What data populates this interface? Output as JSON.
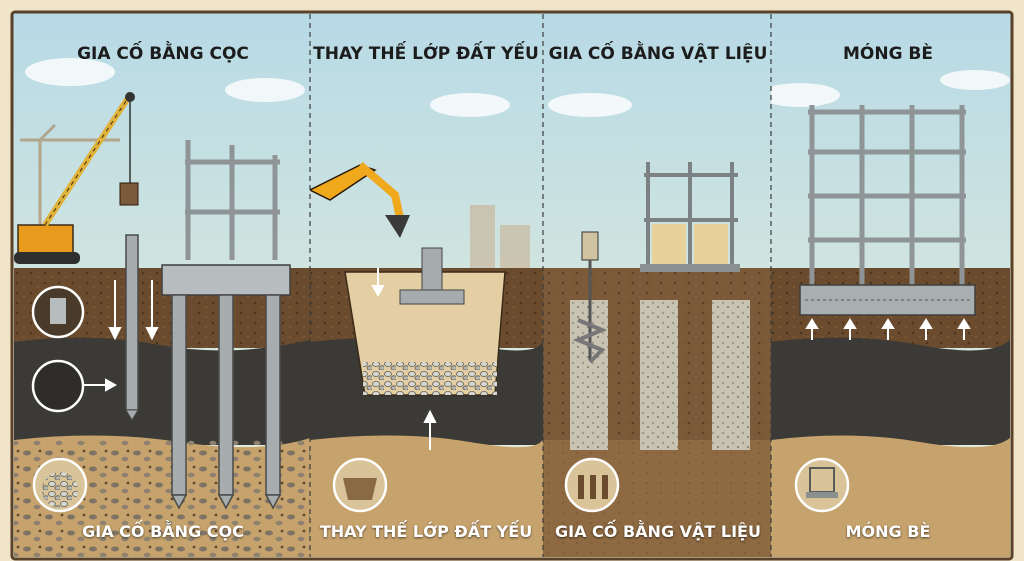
{
  "panels": [
    {
      "title": "GIA CỐ BẰNG CỌC",
      "caption": "GIA CỐ BẰNG CỌC"
    },
    {
      "title": "THAY THẾ LỚP ĐẤT YẾU",
      "caption": "THAY THẾ LỚP ĐẤT YẾU"
    },
    {
      "title": "GIA CỐ BẰNG VẬT LIỆU",
      "caption": "GIA CỐ BẰNG VẬT LIỆU"
    },
    {
      "title": "MÓNG BÈ",
      "caption": "MÓNG BÈ"
    }
  ],
  "colors": {
    "sky_top": "#b9dbe6",
    "sky_bottom": "#e6eed9",
    "topsoil": "#6b4b2e",
    "soft_clay": "#3b3a36",
    "gravel_layer": "#b08e5e",
    "concrete": "#9aa0a3",
    "excavator": "#f0a81d",
    "frame": "#f3e8cf"
  }
}
